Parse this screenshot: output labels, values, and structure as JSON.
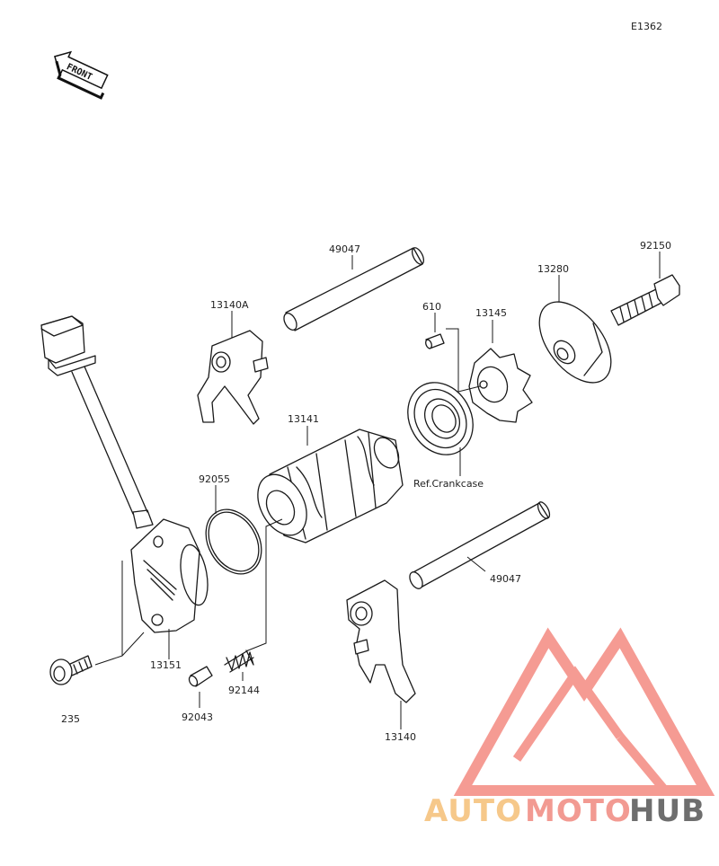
{
  "diagram_code": "E1362",
  "front_arrow": {
    "text": "FRONT",
    "icon": "front-arrow-icon"
  },
  "labels": [
    {
      "id": "l-49047-top",
      "text": "49047"
    },
    {
      "id": "l-13140A",
      "text": "13140A"
    },
    {
      "id": "l-610",
      "text": "610"
    },
    {
      "id": "l-13145",
      "text": "13145"
    },
    {
      "id": "l-13280",
      "text": "13280"
    },
    {
      "id": "l-92150",
      "text": "92150"
    },
    {
      "id": "l-13141",
      "text": "13141"
    },
    {
      "id": "l-ref",
      "text": "Ref.Crankcase"
    },
    {
      "id": "l-92055",
      "text": "92055"
    },
    {
      "id": "l-49047-bot",
      "text": "49047"
    },
    {
      "id": "l-13151",
      "text": "13151"
    },
    {
      "id": "l-235",
      "text": "235"
    },
    {
      "id": "l-92144",
      "text": "92144"
    },
    {
      "id": "l-92043",
      "text": "92043"
    },
    {
      "id": "l-13140",
      "text": "13140"
    }
  ],
  "watermark": {
    "parts": [
      "AUTO",
      "MOTO",
      "HUB"
    ],
    "colors": {
      "auto": "#f6c88a",
      "moto": "#f29a92",
      "hub": "#6e6e6e",
      "logo": "#f27a70"
    }
  }
}
